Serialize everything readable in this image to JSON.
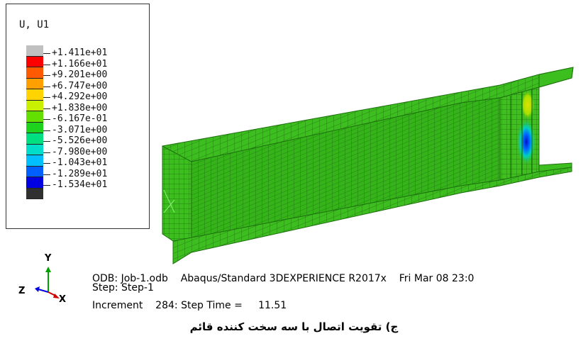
{
  "legend": {
    "title": "U, U1",
    "colors": [
      "#c0c0c0",
      "#ff0000",
      "#ff5a00",
      "#ffa000",
      "#ffd400",
      "#c8f000",
      "#64e000",
      "#1ed21e",
      "#00e080",
      "#00ddc8",
      "#00c0ff",
      "#0060ff",
      "#0000e0",
      "#303030"
    ],
    "labels": [
      "+1.411e+01",
      "+1.166e+01",
      "+9.201e+00",
      "+6.747e+00",
      "+4.292e+00",
      "+1.838e+00",
      "-6.167e-01",
      "-3.071e+00",
      "-5.526e+00",
      "-7.980e+00",
      "-1.043e+01",
      "-1.289e+01",
      "-1.534e+01"
    ]
  },
  "triad": {
    "y": "Y",
    "z": "Z",
    "x": "X"
  },
  "info": {
    "line1": "ODB: Job-1.odb    Abaqus/Standard 3DEXPERIENCE R2017x    Fri Mar 08 23:0",
    "line2": "Step: Step-1",
    "line3": "Increment    284: Step Time =     11.51"
  },
  "caption": "ج) تقویت اتصال با سه سخت کننده قائم",
  "model_colors": {
    "main": "#3cbe1e",
    "dark": "#2a9614",
    "mesh": "#1d6e0e"
  }
}
